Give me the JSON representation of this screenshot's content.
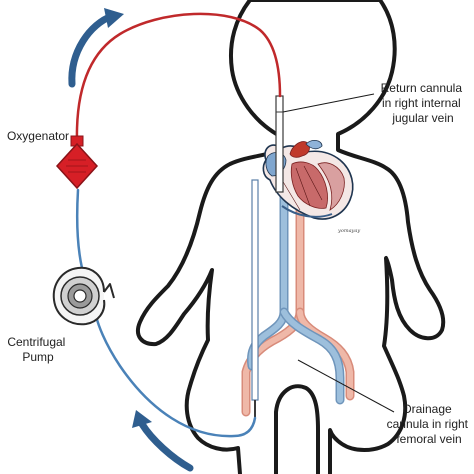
{
  "labels": {
    "return_cannula": [
      "Return cannula",
      "in right internal",
      "jugular vein"
    ],
    "oxygenator": "Oxygenator",
    "centrifugal_pump": [
      "Centrifugal",
      "Pump"
    ],
    "drainage_cannula": [
      "Drainage",
      "cannula in right",
      "femoral vein"
    ],
    "artist_signature": "yomayay"
  },
  "colors": {
    "outline": "#1a1a1a",
    "arterial_line": "#c0292b",
    "venous_line": "#4a82b8",
    "oxygenator": "#d61f26",
    "flow_arrow": "#2f5e8f",
    "artery_pink": "#efb8a8",
    "vein_blue": "#9dbfdc"
  },
  "icons": {
    "flow_direction_arrow": "curved-arrow-icon",
    "oxygenator": "diamond-oxygenator-icon",
    "pump": "centrifugal-pump-icon",
    "heart": "heart-icon"
  }
}
